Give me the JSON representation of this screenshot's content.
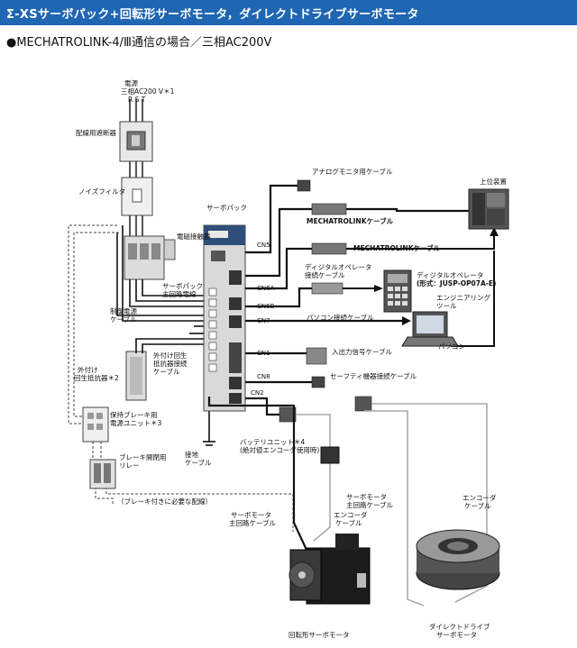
{
  "header": {
    "title": "Σ-XSサーボパック+回転形サーボモータ，ダイレクトドライブサーボモータ",
    "subtitle": "●MECHATROLINK-4/Ⅲ通信の場合／三相AC200V"
  },
  "labels": {
    "power_line1": "電源",
    "power_line2": "三相AC200 V＊1",
    "rst": "R S T",
    "breaker": "配線用遮断器",
    "noise_filter": "ノイズフィルタ",
    "contactor": "電磁接触器",
    "servopack": "サーボパック",
    "main_circuit_cable_1": "サーボパック",
    "main_circuit_cable_2": "主回路電線",
    "control_power_1": "制御電源",
    "control_power_2": "ケーブル",
    "ext_resistor_cable_1": "外付け回生",
    "ext_resistor_cable_2": "抵抗器接続",
    "ext_resistor_cable_3": "ケーブル",
    "ext_resistor_1": "外付け",
    "ext_resistor_2": "回生抵抗器＊2",
    "brake_power_1": "保持ブレーキ用",
    "brake_power_2": "電源ユニット＊3",
    "brake_relay_1": "ブレーキ開閉用",
    "brake_relay_2": "リレー",
    "brake_note": "（ブレーキ付きに必要な配線）",
    "ground_1": "接地",
    "ground_2": "ケーブル",
    "analog_monitor": "アナログモニタ用ケーブル",
    "mechatrolink_cable_1": "MECHATROLINKケーブル",
    "mechatrolink_cable_2": "MECHATROLINKケーブル",
    "host": "上位装置",
    "digital_op_cable_1": "ディジタルオペレータ",
    "digital_op_cable_2": "接続ケーブル",
    "digital_op_1": "ディジタルオペレータ",
    "digital_op_2": "(形式：JUSP-OP07A-E)",
    "eng_tool_1": "エンジニアリング",
    "eng_tool_2": "ツール",
    "pc_cable": "パソコン接続ケーブル",
    "pc": "パソコン",
    "io_cable": "入出力信号ケーブル",
    "safety_cable": "セーフティ機器接続ケーブル",
    "battery_1": "バッテリユニット＊4",
    "battery_2": "(絶対値エンコーダ使用時)",
    "servo_motor_main_1": "サーボモータ",
    "servo_motor_main_2": "主回路ケーブル",
    "encoder_cable_1": "エンコーダ",
    "encoder_cable_2": "ケーブル",
    "dd_main_1": "サーボモータ",
    "dd_main_2": "主回路ケーブル",
    "dd_encoder_1": "エンコーダ",
    "dd_encoder_2": "ケーブル",
    "rotary_motor": "回転形サーボモータ",
    "dd_motor_1": "ダイレクトドライブ",
    "dd_motor_2": "サーボモータ"
  },
  "ports": {
    "cn5": "CN5",
    "cn6a": "CN6A",
    "cn6b": "CN6B",
    "cn7": "CN7",
    "cn1": "CN1",
    "cn8": "CN8",
    "cn2": "CN2"
  },
  "colors": {
    "title_bar": "#1f66b3",
    "cable": "#111111",
    "cable_gray": "#999999"
  }
}
